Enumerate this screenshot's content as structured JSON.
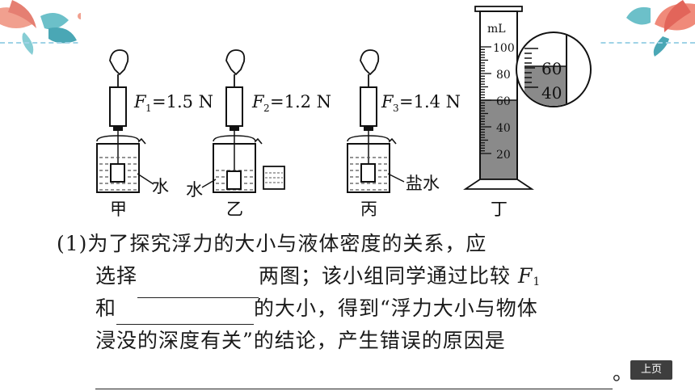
{
  "figure": {
    "labels": {
      "jia": "甲",
      "yi": "乙",
      "bing": "丙",
      "ding": "丁"
    },
    "forces": [
      {
        "symbol": "F",
        "sub": "1",
        "value": "=1.5 N"
      },
      {
        "symbol": "F",
        "sub": "2",
        "value": "=1.2 N"
      },
      {
        "symbol": "F",
        "sub": "3",
        "value": "=1.4 N"
      }
    ],
    "liquids": {
      "water1": "水",
      "water2": "水",
      "saltwater": "盐水"
    },
    "cylinder": {
      "unit": "mL",
      "ticks": [
        "100",
        "80",
        "60",
        "40",
        "20"
      ],
      "zoom_ticks": [
        "60",
        "40"
      ]
    }
  },
  "question": {
    "line1": "(1)为了探究浮力的大小与液体密度的关系，应",
    "line2_pre": "选择",
    "line2_mid": "两图；该小组同学通过比较",
    "line2_var": "F",
    "line2_sub": "1",
    "line3_pre": "和",
    "line3_post": "的大小，得到“浮力大小与物体",
    "line4": "浸没的深度有关”的结论，产生错误的原因是",
    "line5_end": "。"
  },
  "nav": {
    "prev_label": "上页"
  }
}
